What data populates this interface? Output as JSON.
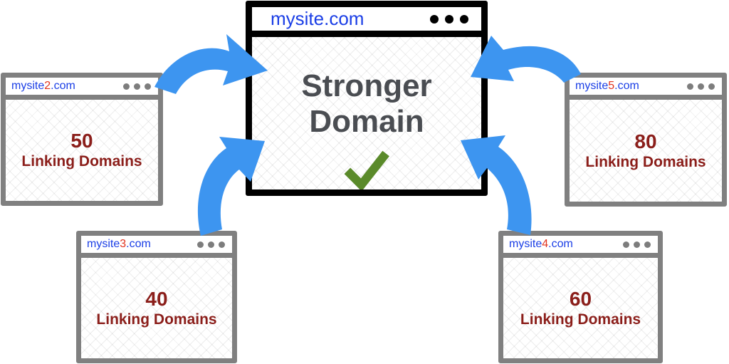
{
  "main_window": {
    "url": "mysite.com",
    "title_line1": "Stronger",
    "title_line2": "Domain",
    "status_icon": "checkmark-icon",
    "status_color": "#5a8a2a"
  },
  "linking_sites": [
    {
      "url_prefix": "mysite",
      "url_num": "2",
      "url_suffix": ".com",
      "count": "50",
      "label": "Linking Domains"
    },
    {
      "url_prefix": "mysite",
      "url_num": "3",
      "url_suffix": ".com",
      "count": "40",
      "label": "Linking Domains"
    },
    {
      "url_prefix": "mysite",
      "url_num": "4",
      "url_suffix": ".com",
      "count": "60",
      "label": "Linking Domains"
    },
    {
      "url_prefix": "mysite",
      "url_num": "5",
      "url_suffix": ".com",
      "count": "80",
      "label": "Linking Domains"
    }
  ],
  "colors": {
    "arrow": "#3d95f0",
    "url_blue": "#1a3ee6",
    "url_number_red": "#e0331e",
    "count_text": "#8b1e1a",
    "title_text": "#4a4d52",
    "main_border": "#000000",
    "small_border": "#808080"
  }
}
